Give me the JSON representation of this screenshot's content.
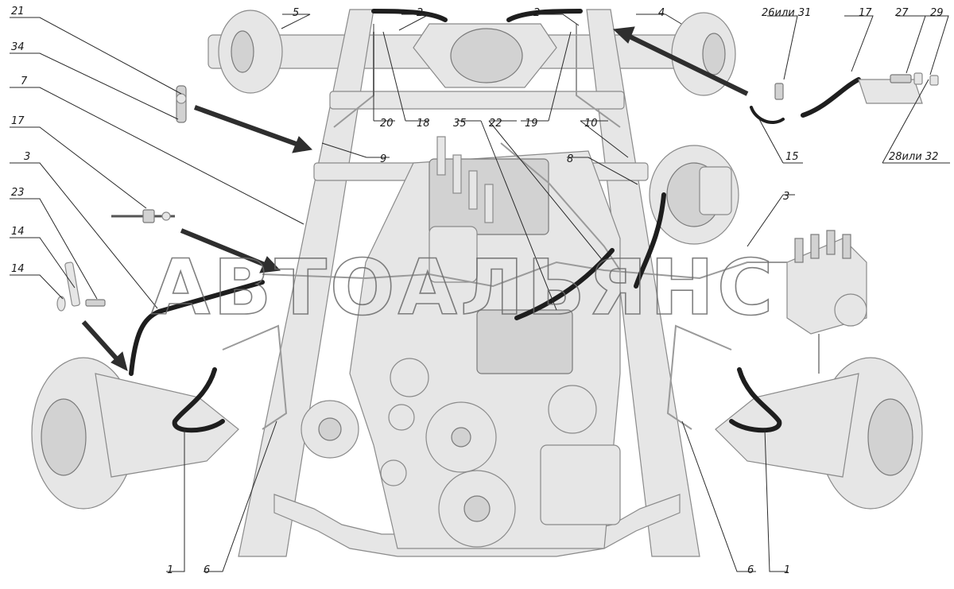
{
  "watermark": "АВТОАЛЬЯНС",
  "callouts": [
    {
      "id": "c21",
      "label": "21"
    },
    {
      "id": "c34",
      "label": "34"
    },
    {
      "id": "c7",
      "label": "7"
    },
    {
      "id": "c17l",
      "label": "17"
    },
    {
      "id": "c3l",
      "label": "3"
    },
    {
      "id": "c23",
      "label": "23"
    },
    {
      "id": "c14a",
      "label": "14"
    },
    {
      "id": "c14b",
      "label": "14"
    },
    {
      "id": "c5",
      "label": "5"
    },
    {
      "id": "c2a",
      "label": "2"
    },
    {
      "id": "c2b",
      "label": "2"
    },
    {
      "id": "c4",
      "label": "4"
    },
    {
      "id": "c2631",
      "label": "26или 31"
    },
    {
      "id": "c17r",
      "label": "17"
    },
    {
      "id": "c27",
      "label": "27"
    },
    {
      "id": "c29",
      "label": "29"
    },
    {
      "id": "c2832",
      "label": "28или 32"
    },
    {
      "id": "c15",
      "label": "15"
    },
    {
      "id": "c20",
      "label": "20"
    },
    {
      "id": "c18",
      "label": "18"
    },
    {
      "id": "c19",
      "label": "19"
    },
    {
      "id": "c10",
      "label": "10"
    },
    {
      "id": "c9",
      "label": "9"
    },
    {
      "id": "c35",
      "label": "35"
    },
    {
      "id": "c22",
      "label": "22"
    },
    {
      "id": "c8",
      "label": "8"
    },
    {
      "id": "c3r",
      "label": "3"
    },
    {
      "id": "c1l",
      "label": "1"
    },
    {
      "id": "c6l",
      "label": "6"
    },
    {
      "id": "c6r",
      "label": "6"
    },
    {
      "id": "c1r",
      "label": "1"
    }
  ]
}
